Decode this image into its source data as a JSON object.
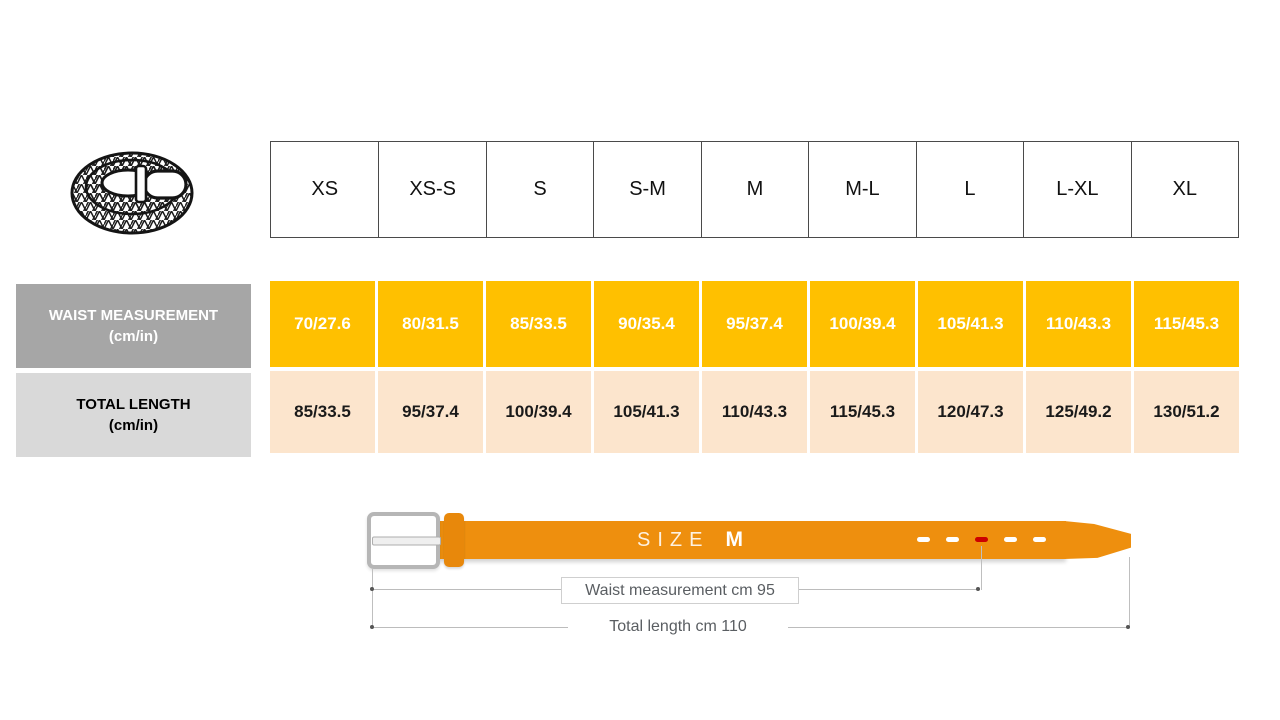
{
  "size_table": {
    "sizes": [
      "XS",
      "XS-S",
      "S",
      "S-M",
      "M",
      "M-L",
      "L",
      "L-XL",
      "XL"
    ],
    "waist_row": {
      "label": "WAIST MEASUREMENT",
      "unit": "(cm/in)",
      "values": [
        "70/27.6",
        "80/31.5",
        "85/33.5",
        "90/35.4",
        "95/37.4",
        "100/39.4",
        "105/41.3",
        "110/43.3",
        "115/45.3"
      ]
    },
    "length_row": {
      "label": "TOTAL LENGTH",
      "unit": "(cm/in)",
      "values": [
        "85/33.5",
        "95/37.4",
        "100/39.4",
        "105/41.3",
        "110/43.3",
        "115/45.3",
        "120/47.3",
        "125/49.2",
        "130/51.2"
      ]
    }
  },
  "belt_diagram": {
    "size_label": "SIZE",
    "size_value": "M",
    "waist_annotation": "Waist measurement cm 95",
    "length_annotation": "Total length cm 110",
    "holes_count": 5,
    "highlighted_hole": 3
  },
  "colors": {
    "waist_value_bg": "#FFC000",
    "length_value_bg": "#FCE5CD",
    "waist_label_bg": "#A6A6A6",
    "length_label_bg": "#D9D9D9",
    "belt_orange": "#EE8F0E",
    "highlight_hole_red": "#CC0000"
  },
  "chart_data": {
    "type": "table",
    "columns": [
      "XS",
      "XS-S",
      "S",
      "S-M",
      "M",
      "M-L",
      "L",
      "L-XL",
      "XL"
    ],
    "rows": [
      {
        "label": "WAIST MEASUREMENT (cm/in)",
        "values": [
          "70/27.6",
          "80/31.5",
          "85/33.5",
          "90/35.4",
          "95/37.4",
          "100/39.4",
          "105/41.3",
          "110/43.3",
          "115/45.3"
        ]
      },
      {
        "label": "TOTAL LENGTH (cm/in)",
        "values": [
          "85/33.5",
          "95/37.4",
          "100/39.4",
          "105/41.3",
          "110/43.3",
          "115/45.3",
          "120/47.3",
          "125/49.2",
          "130/51.2"
        ]
      }
    ],
    "example_size": "M",
    "example_waist_cm": 95,
    "example_total_length_cm": 110
  }
}
